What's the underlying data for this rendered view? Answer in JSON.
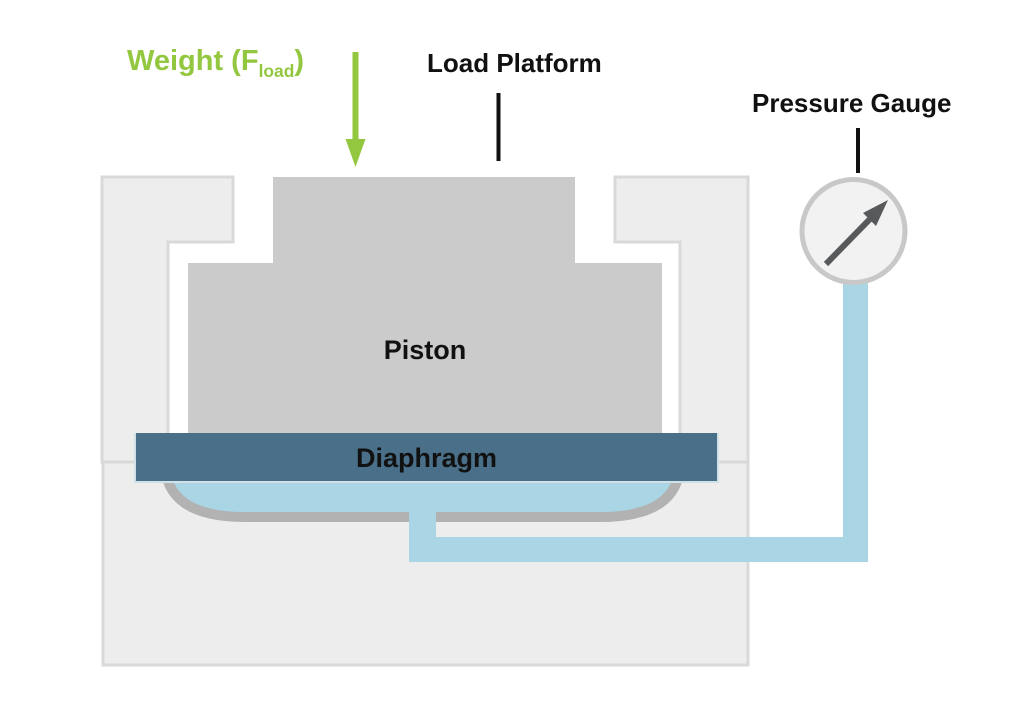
{
  "diagram": {
    "title_hint": "Hydraulic load cell diagram",
    "labels": {
      "weight_prefix": "Weight (F",
      "weight_sub": "load",
      "weight_suffix": ")",
      "load_platform": "Load Platform",
      "pressure_gauge": "Pressure Gauge",
      "piston": "Piston",
      "diaphragm": "Diaphragm"
    },
    "colors": {
      "weight_green": "#93c73f",
      "label_black": "#111111",
      "housing_fill": "#ededed",
      "housing_border": "#d9d9d9",
      "piston_fill": "#cbcbcb",
      "diaphragm_fill": "#4a7089",
      "diaphragm_edge": "#cfe0e7",
      "fluid_blue": "#aad5e4",
      "chamber_border": "#b2b2b2",
      "gauge_fill": "#f2f2f2",
      "gauge_border": "#c8c8c8",
      "needle_gray": "#58595b"
    }
  }
}
